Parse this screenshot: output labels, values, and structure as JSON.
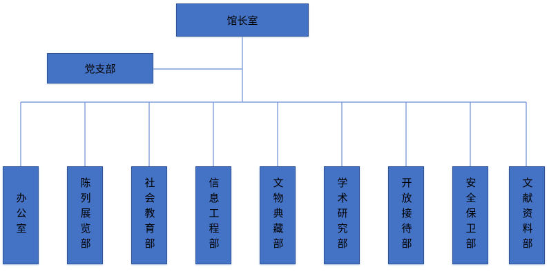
{
  "org": {
    "root": {
      "label": "馆长室"
    },
    "side": {
      "label": "党支部"
    },
    "departments": [
      {
        "label": "办公室"
      },
      {
        "label": "陈列展览部"
      },
      {
        "label": "社会教育部"
      },
      {
        "label": "信息工程部"
      },
      {
        "label": "文物典藏部"
      },
      {
        "label": "学术研究部"
      },
      {
        "label": "开放接待部"
      },
      {
        "label": "安全保卫部"
      },
      {
        "label": "文献资料部"
      }
    ]
  },
  "colors": {
    "box_fill": "#4472C4",
    "box_border": "#2F5496",
    "connector": "#7F9DDB",
    "text": "#000000",
    "background": "#FFFFFF"
  }
}
